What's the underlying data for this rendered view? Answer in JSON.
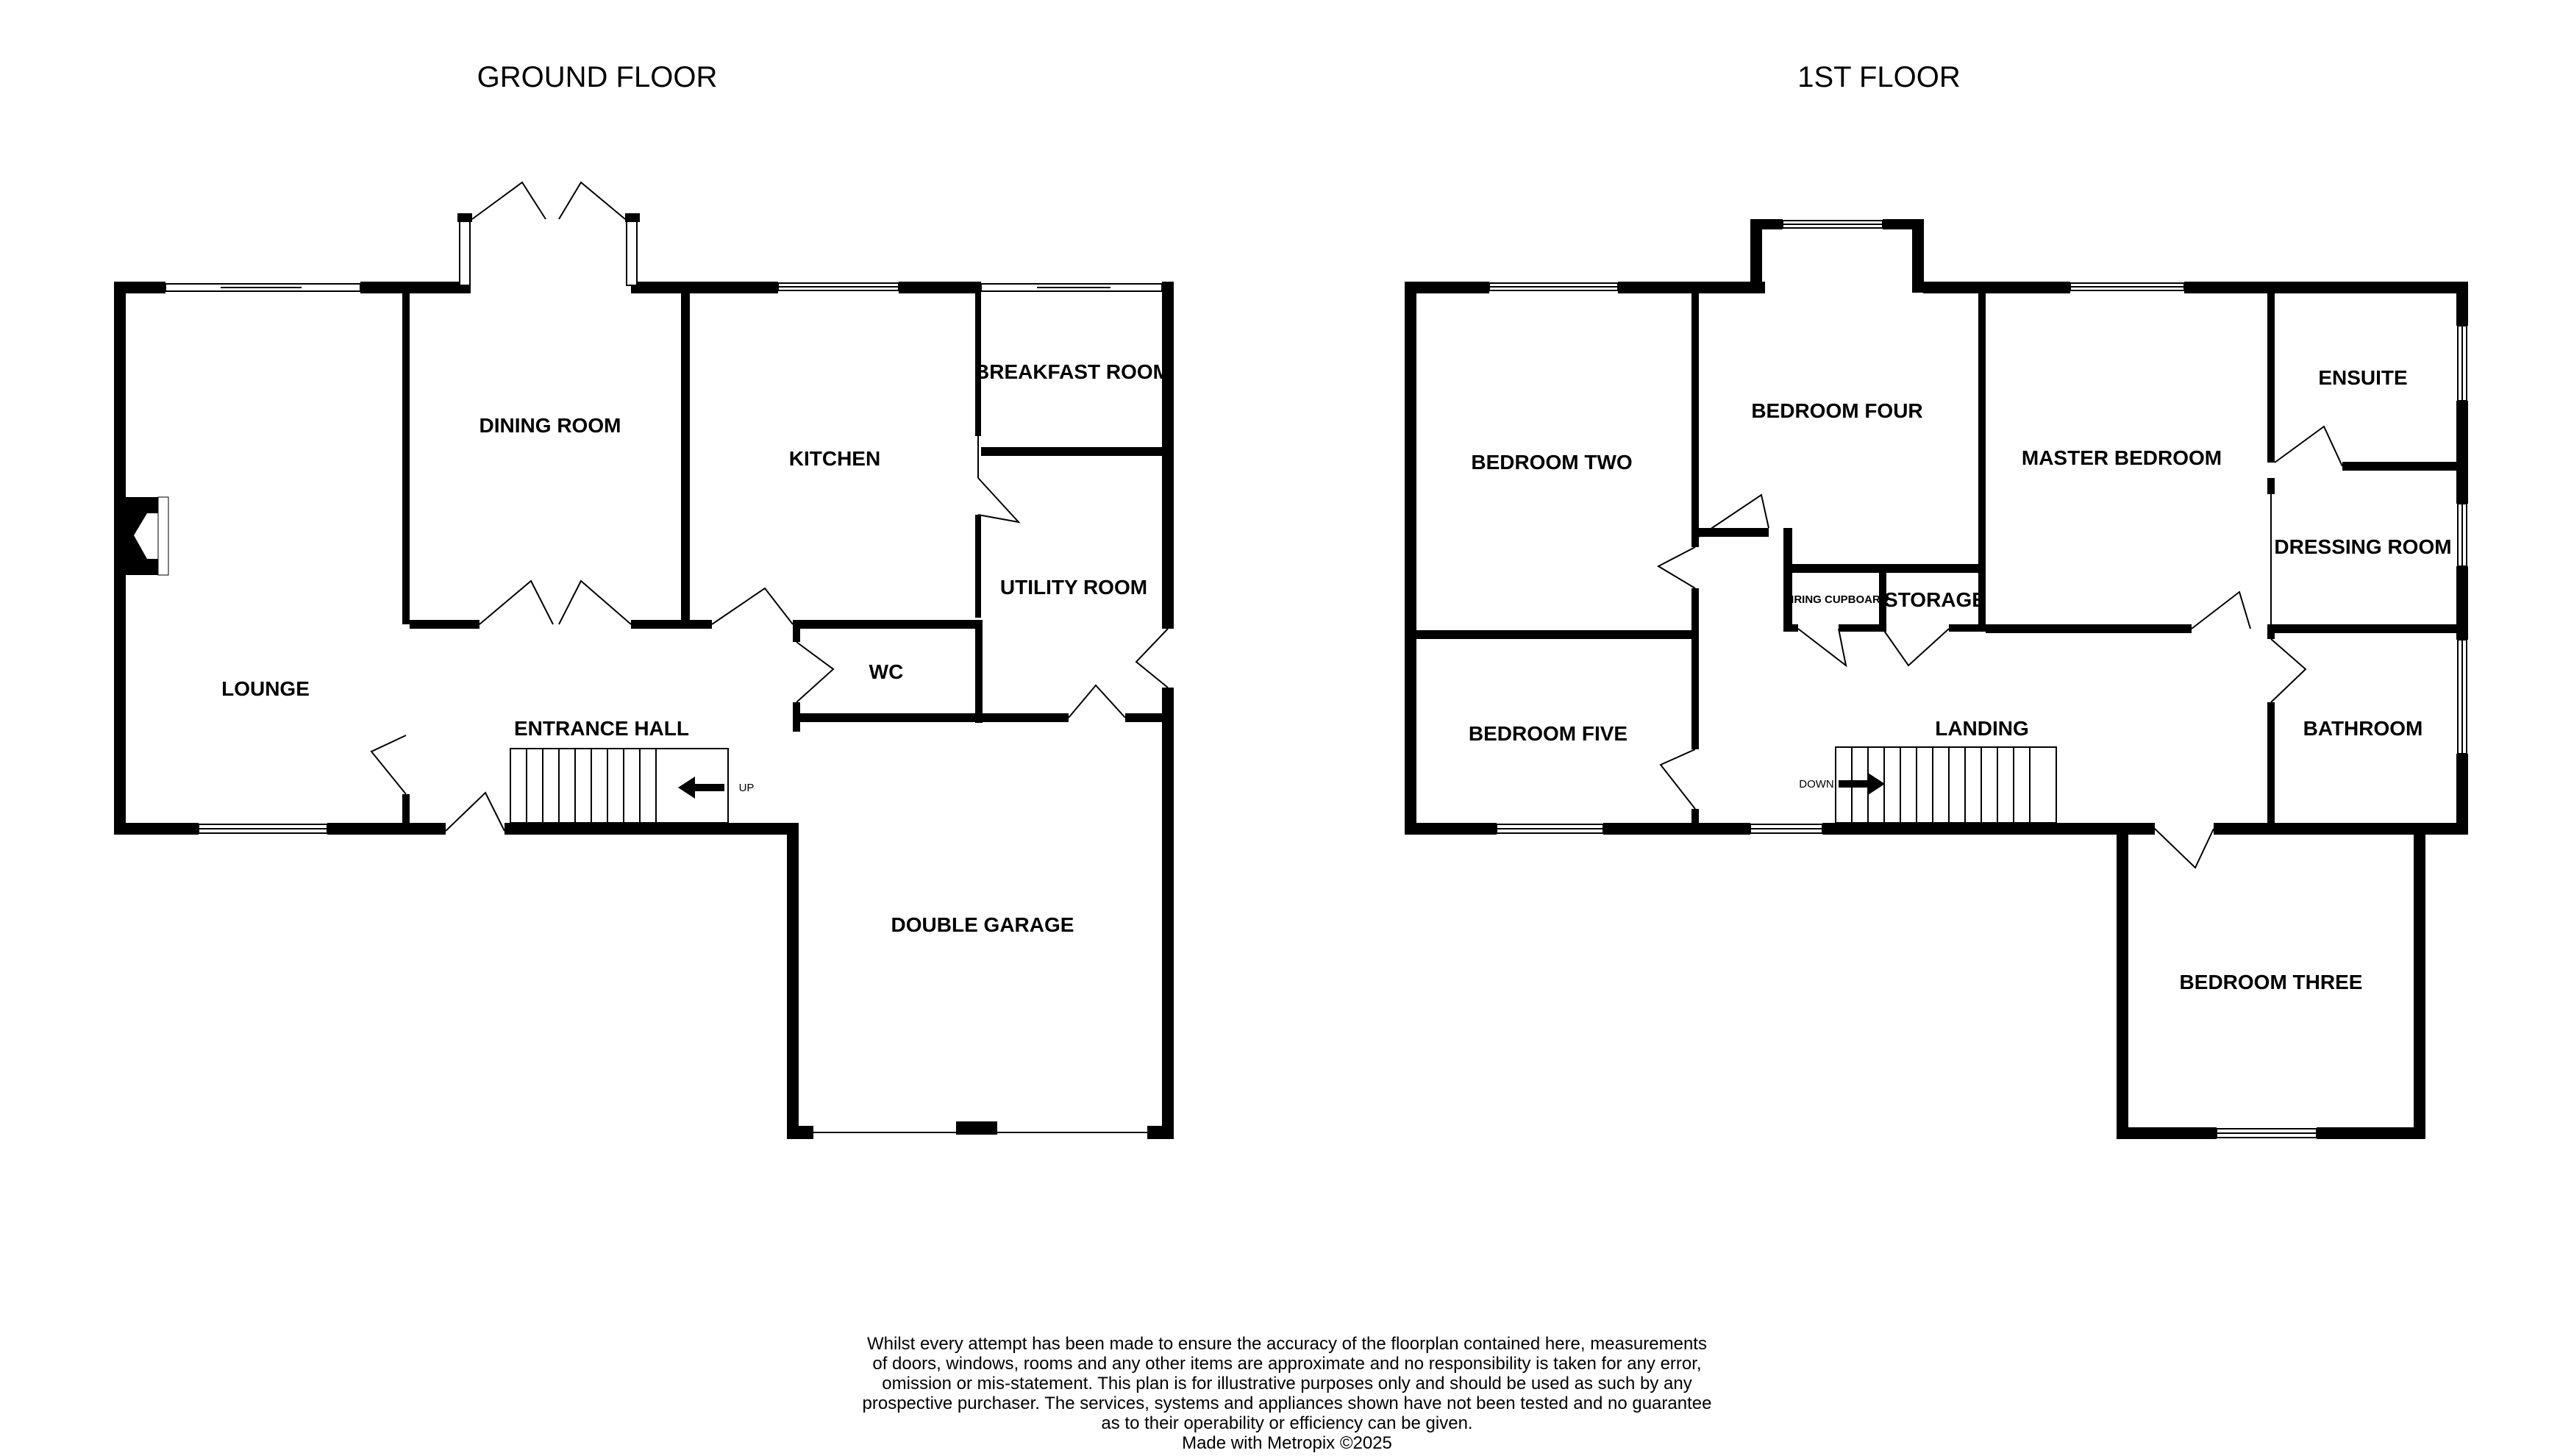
{
  "ground_floor": {
    "title": "GROUND FLOOR",
    "rooms": {
      "lounge": "LOUNGE",
      "dining_room": "DINING ROOM",
      "kitchen": "KITCHEN",
      "breakfast_room": "BREAKFAST ROOM",
      "utility_room": "UTILITY ROOM",
      "entrance_hall": "ENTRANCE HALL",
      "wc": "WC",
      "double_garage": "DOUBLE GARAGE"
    },
    "stairs_label": "UP"
  },
  "first_floor": {
    "title": "1ST FLOOR",
    "rooms": {
      "bedroom_two": "BEDROOM TWO",
      "bedroom_four": "BEDROOM FOUR",
      "master_bedroom": "MASTER BEDROOM",
      "ensuite": "ENSUITE",
      "dressing_room": "DRESSING ROOM",
      "airing_cupboard": "AIRING CUPBOARD",
      "storage": "STORAGE",
      "landing": "LANDING",
      "bedroom_five": "BEDROOM FIVE",
      "bathroom": "BATHROOM",
      "bedroom_three": "BEDROOM THREE"
    },
    "stairs_label": "DOWN"
  },
  "disclaimer": {
    "line1": "Whilst every attempt has been made to ensure the accuracy of the floorplan contained here, measurements",
    "line2": "of doors, windows, rooms and any other items are approximate and no responsibility is taken for any error,",
    "line3": "omission or mis-statement. This plan is for illustrative purposes only and should be used as such by any",
    "line4": "prospective purchaser. The services, systems and appliances shown have not been tested and no guarantee",
    "line5": "as to their operability or efficiency can be given.",
    "line6": "Made with Metropix ©2025"
  },
  "colors": {
    "wall": "#000000",
    "background": "#ffffff"
  }
}
